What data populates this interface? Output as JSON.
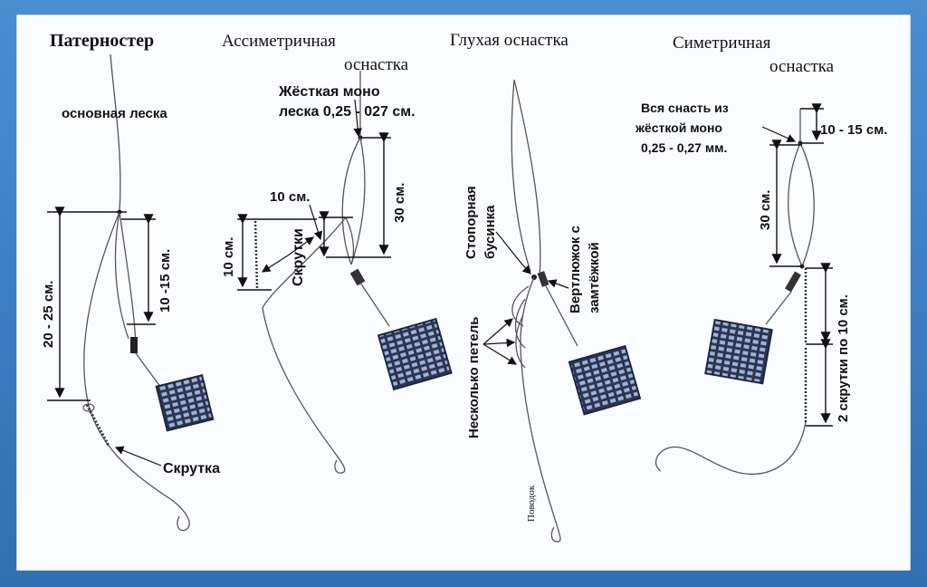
{
  "titles": {
    "paternoster": "Патерностер",
    "asym_l1": "Ассиметричная",
    "asym_l2": "оснастка",
    "blind": "Глухая оснастка",
    "sym_l1": "Симетричная",
    "sym_l2": "оснастка"
  },
  "paternoster": {
    "main_line": "основная леска",
    "dim_total": "20 - 25 см.",
    "dim_short": "10 -15 см.",
    "twist": "Скрутка"
  },
  "asymmetric": {
    "stiff_l1": "Жёсткая моно",
    "stiff_l2": "леска 0,25 - 027 см.",
    "dim_30": "30 см.",
    "dim_10a": "10 см.",
    "dim_10b": "10 см.",
    "twists": "Скрутки"
  },
  "blind": {
    "stop_bead_l1": "Стопорная",
    "stop_bead_l2": "бусинка",
    "swivel_l1": "Вертлюжок с",
    "swivel_l2": "замтёжкой",
    "loops": "Несколько петель",
    "leader": "Поводок"
  },
  "symmetric": {
    "all_l1": "Вся снасть из",
    "all_l2": "жёсткой моно",
    "all_l3": "0,25 - 0,27 мм.",
    "dim_1015": "10 - 15 см.",
    "dim_30": "30 см.",
    "dim_10": "2 скрутки по 10 см."
  },
  "colors": {
    "frame": "#3d7fc4",
    "panel": "#fbfcff",
    "feeder": "#2c3550",
    "line": "#555555"
  },
  "icons": [
    "feeder-icon",
    "hook-icon",
    "swivel-icon"
  ]
}
